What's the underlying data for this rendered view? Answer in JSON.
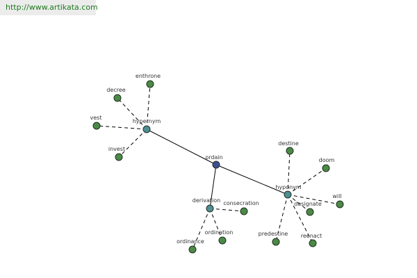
{
  "watermark": {
    "url": "http://www.artikata.com"
  },
  "colors": {
    "root": "#3f4f93",
    "relation": "#4f8f93",
    "word": "#4b8a46"
  },
  "graph": {
    "nodes": [
      {
        "id": "ordain",
        "label": "ordain",
        "kind": "root"
      },
      {
        "id": "hypernym",
        "label": "hypernym",
        "kind": "relation"
      },
      {
        "id": "hyponym",
        "label": "hyponym",
        "kind": "relation"
      },
      {
        "id": "derivation",
        "label": "derivation",
        "kind": "relation"
      },
      {
        "id": "enthrone",
        "label": "enthrone",
        "kind": "word"
      },
      {
        "id": "decree",
        "label": "decree",
        "kind": "word"
      },
      {
        "id": "vest",
        "label": "vest",
        "kind": "word"
      },
      {
        "id": "invest",
        "label": "invest",
        "kind": "word"
      },
      {
        "id": "destine",
        "label": "destine",
        "kind": "word"
      },
      {
        "id": "doom",
        "label": "doom",
        "kind": "word"
      },
      {
        "id": "will",
        "label": "will",
        "kind": "word"
      },
      {
        "id": "designate",
        "label": "designate",
        "kind": "word"
      },
      {
        "id": "reenact",
        "label": "reenact",
        "kind": "word"
      },
      {
        "id": "predestine",
        "label": "predestine",
        "kind": "word"
      },
      {
        "id": "consecration",
        "label": "consecration",
        "kind": "word"
      },
      {
        "id": "ordination",
        "label": "ordination",
        "kind": "word"
      },
      {
        "id": "ordinance",
        "label": "ordinance",
        "kind": "word"
      }
    ],
    "edges": [
      {
        "from": "ordain",
        "to": "hypernym",
        "style": "solid"
      },
      {
        "from": "ordain",
        "to": "hyponym",
        "style": "solid"
      },
      {
        "from": "ordain",
        "to": "derivation",
        "style": "solid"
      },
      {
        "from": "hypernym",
        "to": "enthrone",
        "style": "dashed"
      },
      {
        "from": "hypernym",
        "to": "decree",
        "style": "dashed"
      },
      {
        "from": "hypernym",
        "to": "vest",
        "style": "dashed"
      },
      {
        "from": "hypernym",
        "to": "invest",
        "style": "dashed"
      },
      {
        "from": "hyponym",
        "to": "destine",
        "style": "dashed"
      },
      {
        "from": "hyponym",
        "to": "doom",
        "style": "dashed"
      },
      {
        "from": "hyponym",
        "to": "will",
        "style": "dashed"
      },
      {
        "from": "hyponym",
        "to": "designate",
        "style": "dashed"
      },
      {
        "from": "hyponym",
        "to": "reenact",
        "style": "dashed"
      },
      {
        "from": "hyponym",
        "to": "predestine",
        "style": "dashed"
      },
      {
        "from": "derivation",
        "to": "consecration",
        "style": "dashed"
      },
      {
        "from": "derivation",
        "to": "ordination",
        "style": "dashed"
      },
      {
        "from": "derivation",
        "to": "ordinance",
        "style": "dashed"
      }
    ]
  }
}
